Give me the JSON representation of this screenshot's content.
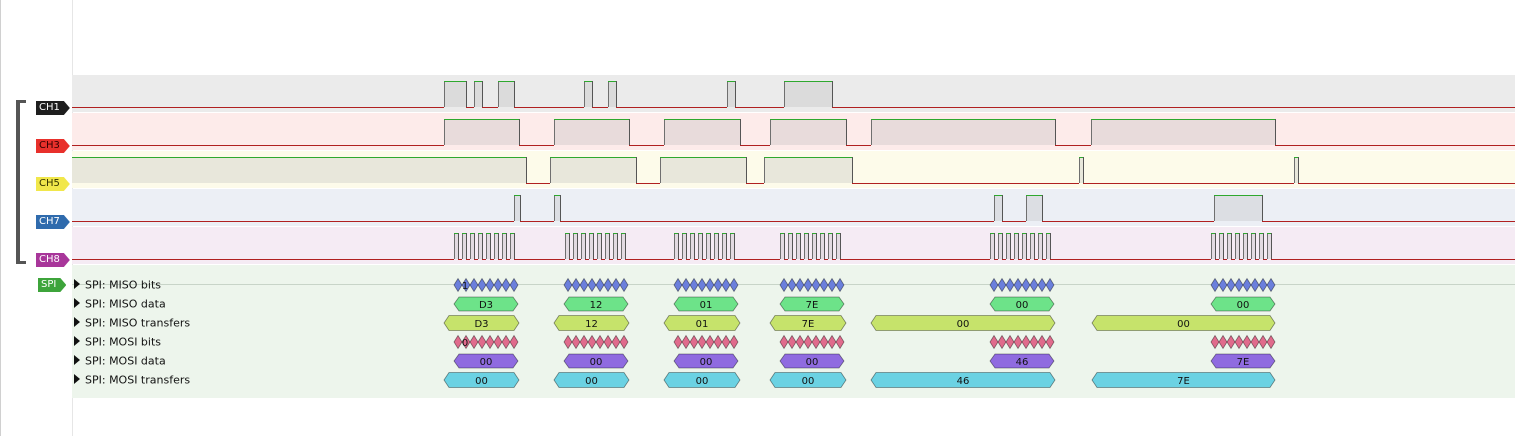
{
  "channels": [
    {
      "label": "CH1",
      "color": "#1e1e1e",
      "text_color": "#ffffff",
      "bg": "#ebebeb"
    },
    {
      "label": "CH3",
      "color": "#e8302b",
      "text_color": "#330000",
      "bg": "#fdebea"
    },
    {
      "label": "CH5",
      "color": "#f1e74b",
      "text_color": "#333300",
      "bg": "#fdfbea"
    },
    {
      "label": "CH7",
      "color": "#2f6bad",
      "text_color": "#ffffff",
      "bg": "#eceff5"
    },
    {
      "label": "CH8",
      "color": "#a8369a",
      "text_color": "#ffffff",
      "bg": "#f5ebf4"
    }
  ],
  "decoder": {
    "label": "SPI",
    "color": "#3da43b",
    "bg": "#edf5ec",
    "rows": [
      {
        "name": "SPI: MISO bits",
        "kind": "bits",
        "color": "#6b7fdc",
        "first_bit": "1"
      },
      {
        "name": "SPI: MISO data",
        "kind": "data",
        "color": "#6de389",
        "values": [
          "D3",
          "12",
          "01",
          "7E",
          "00",
          "00"
        ]
      },
      {
        "name": "SPI: MISO transfers",
        "kind": "transfer",
        "color": "#c6e36b",
        "values": [
          "D3",
          "12",
          "01",
          "7E",
          "00",
          "00"
        ]
      },
      {
        "name": "SPI: MOSI bits",
        "kind": "bits",
        "color": "#e06b8c",
        "first_bit": "0"
      },
      {
        "name": "SPI: MOSI data",
        "kind": "data",
        "color": "#8f6be0",
        "values": [
          "00",
          "00",
          "00",
          "00",
          "46",
          "7E"
        ]
      },
      {
        "name": "SPI: MOSI transfers",
        "kind": "transfer",
        "color": "#6bd2e3",
        "values": [
          "00",
          "00",
          "00",
          "00",
          "46",
          "7E"
        ]
      }
    ]
  },
  "signal_colors": {
    "high": "#2ea82e",
    "low": "#b02020"
  }
}
